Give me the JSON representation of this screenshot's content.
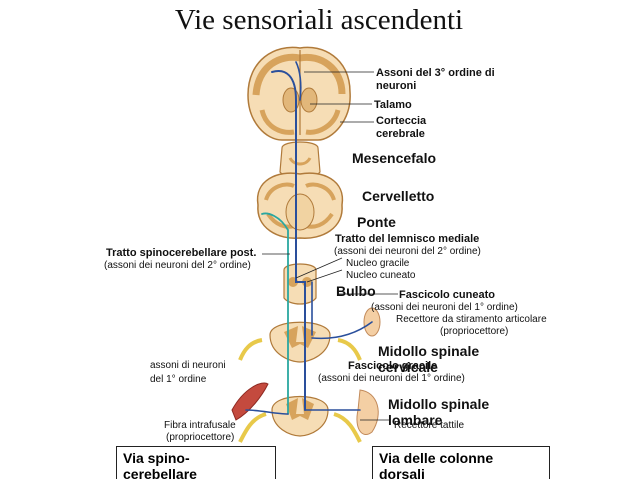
{
  "title": "Vie sensoriali ascendenti",
  "labels": {
    "assoni_3": "Assoni del 3° ordine di",
    "assoni_3b": "neuroni",
    "talamo": "Talamo",
    "corteccia": "Corteccia",
    "corteccia_b": "cerebrale",
    "mesencefalo": "Mesencefalo",
    "cervelletto": "Cervelletto",
    "ponte": "Ponte",
    "tratto_lemnisco": "Tratto del lemnisco mediale",
    "assoni_2_right": "(assoni dei neuroni del 2° ordine)",
    "nucleo_gracile": "Nucleo gracile",
    "nucleo_cuneato": "Nucleo cuneato",
    "tratto_spinocerebellare": "Tratto spinocerebellare post.",
    "assoni_2_left": "(assoni dei neuroni del 2° ordine)",
    "bulbo": "Bulbo",
    "fascicolo_cuneato": "Fascicolo cuneato",
    "assoni_1_a": "(assoni dei neuroni del 1° ordine)",
    "recettore_stiramento": "Recettore da stiramento articolare",
    "propriocettore_a": "(propriocettore)",
    "midollo_cervicale": "Midollo spinale",
    "midollo_cervicale_b": "cervicale",
    "fascicolo_gracile": "Fascicolo gracile",
    "assoni_1_b": "(assoni dei neuroni del 1° ordine)",
    "assoni_neuroni": "assoni di neuroni",
    "primo_ordine": "del 1° ordine",
    "midollo_lombare": "Midollo spinale",
    "midollo_lombare_b": "lombare",
    "recettore_tattile": "Recettore tattile",
    "fibra_intrafusale": "Fibra intrafusale",
    "propriocettore_b": "(propriocettore)"
  },
  "boxes": {
    "left_line1": "Via spino-",
    "left_line2": "cerebellare",
    "right_line1": "Via delle colonne",
    "right_line2": "dorsali"
  },
  "colors": {
    "tissue": "#f6ddb5",
    "gray_matter": "#d7a35c",
    "pathway_blue": "#2a4f9c",
    "pathway_teal": "#2aa7a0",
    "nerve_yellow": "#e8c94a"
  }
}
